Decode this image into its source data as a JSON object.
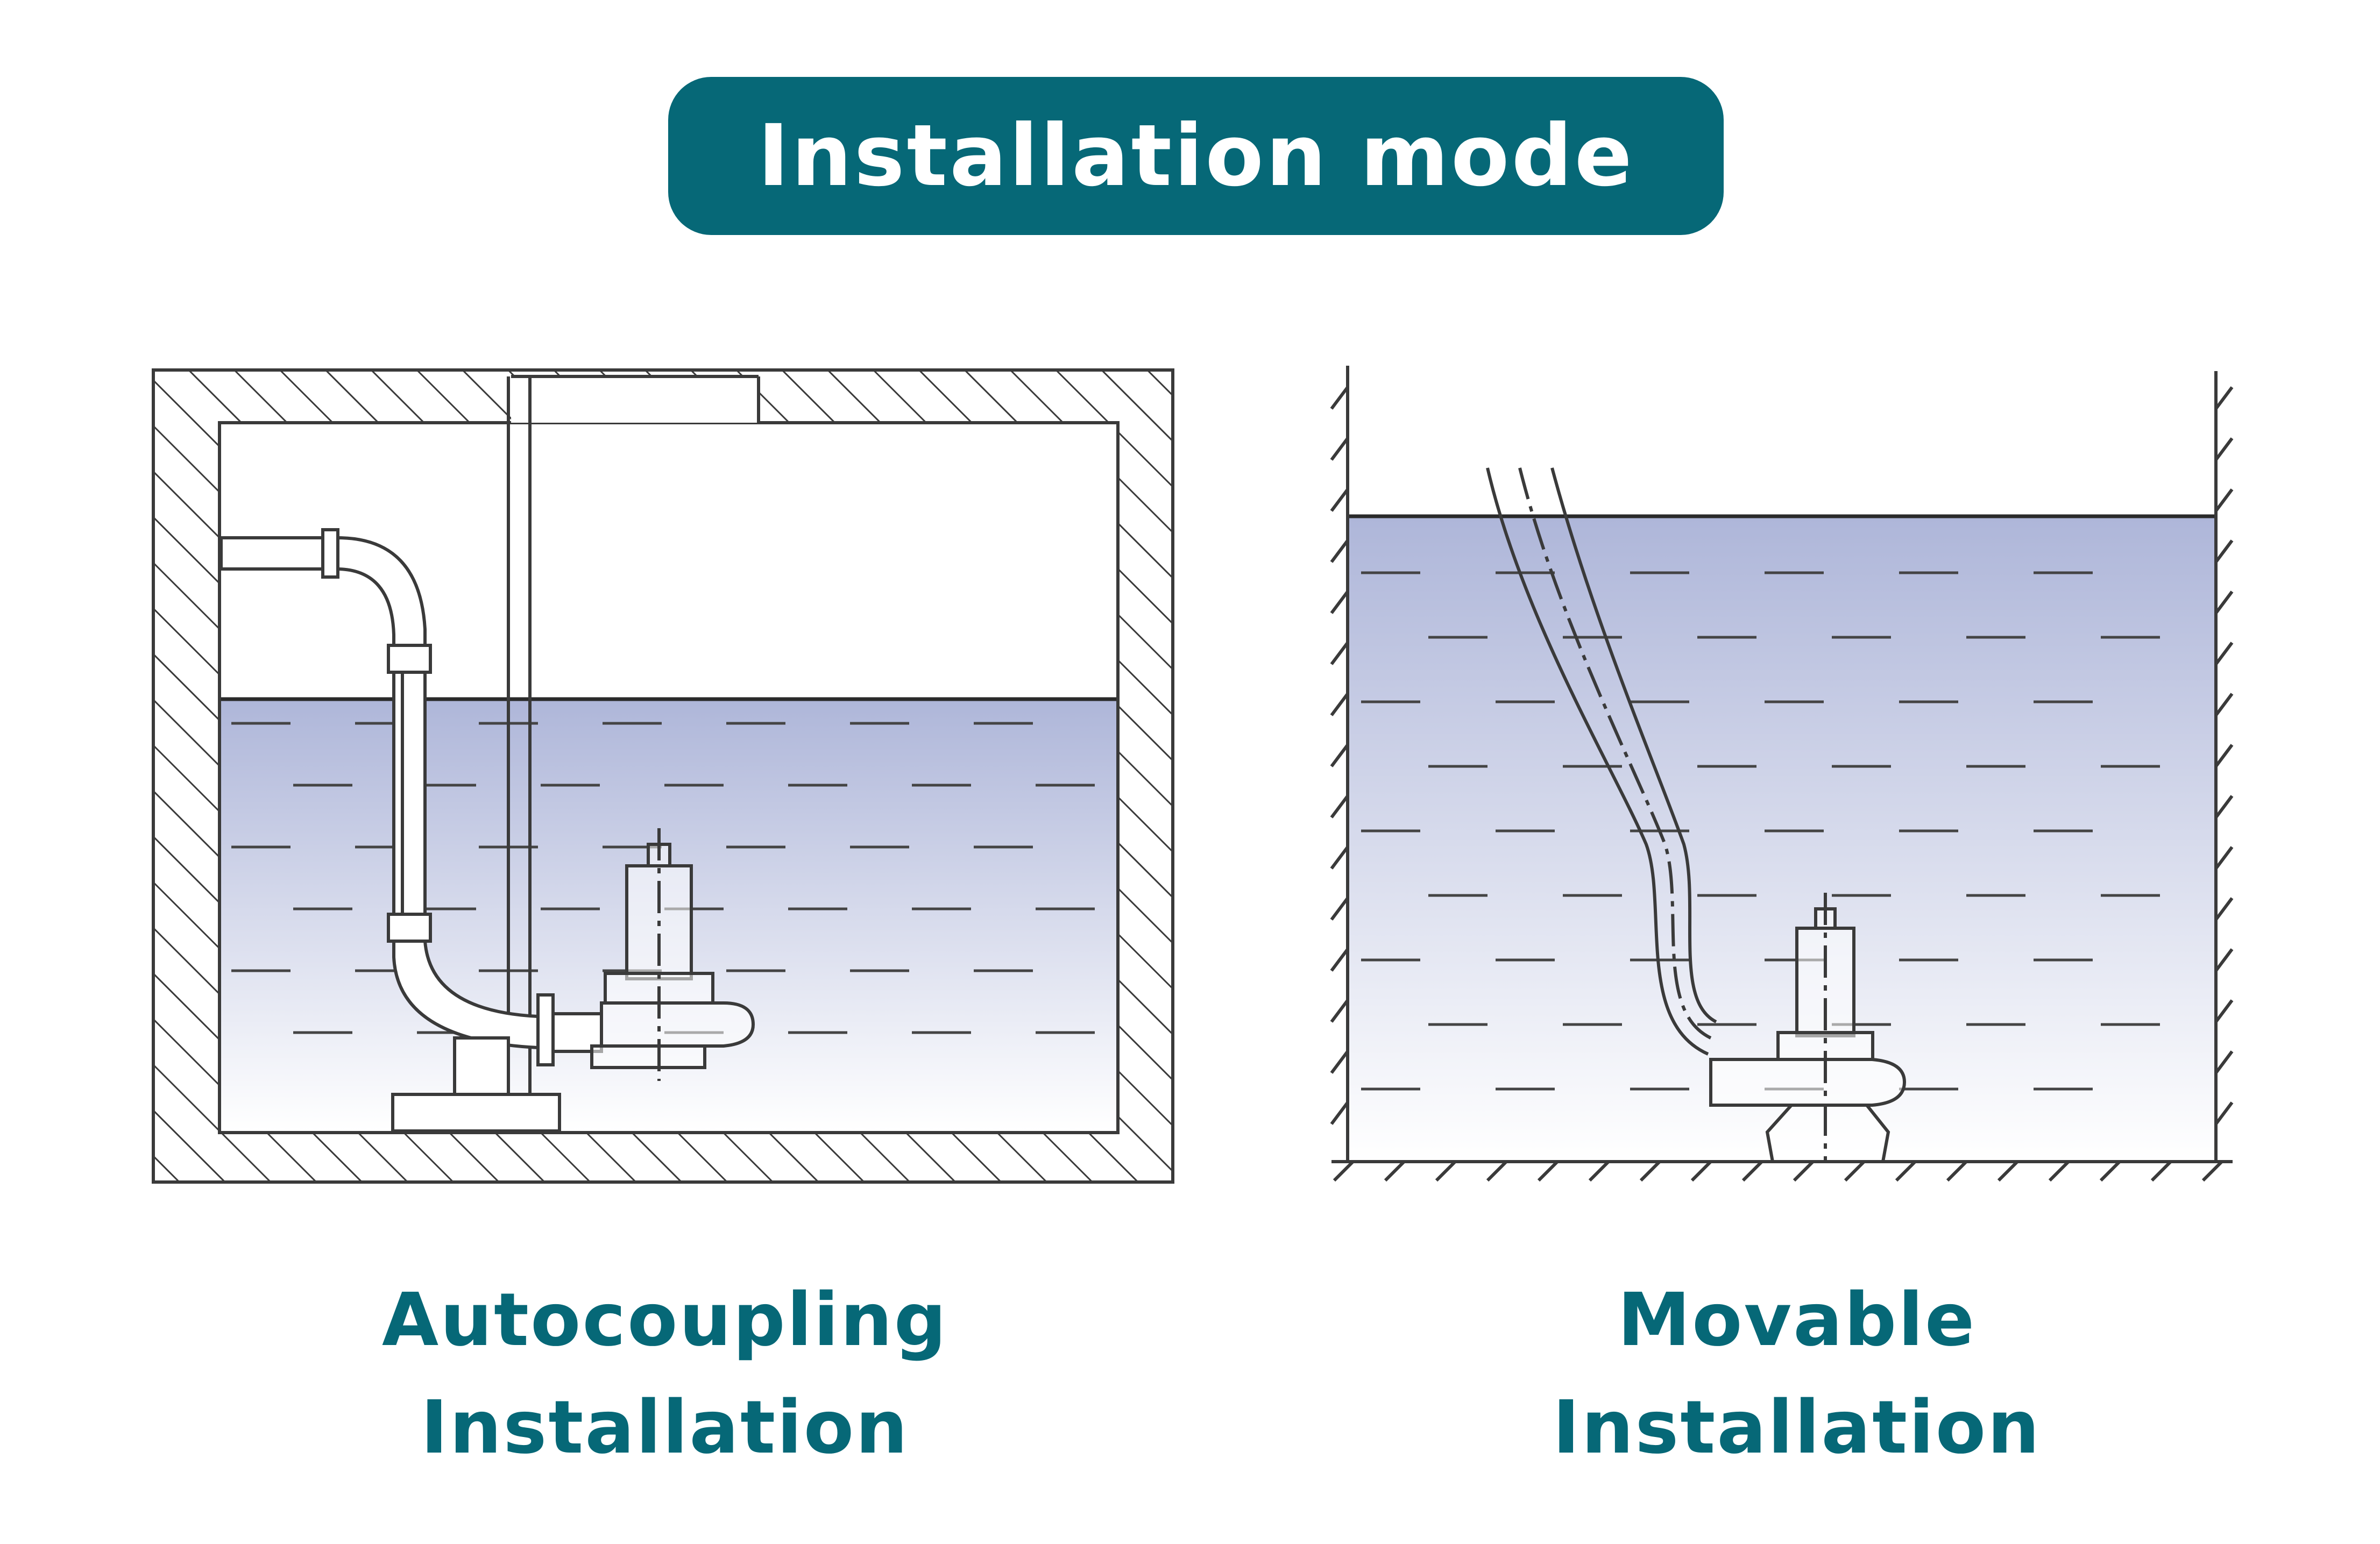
{
  "header": {
    "title": "Installation mode"
  },
  "left": {
    "caption_line1": "Autocoupling",
    "caption_line2": "Installation"
  },
  "right": {
    "caption_line1": "Movable",
    "caption_line2": "Installation"
  },
  "colors": {
    "accent": "#066877",
    "water_top": "#aeb6d9",
    "water_bottom": "#ffffff",
    "line": "#3a3a3a"
  }
}
